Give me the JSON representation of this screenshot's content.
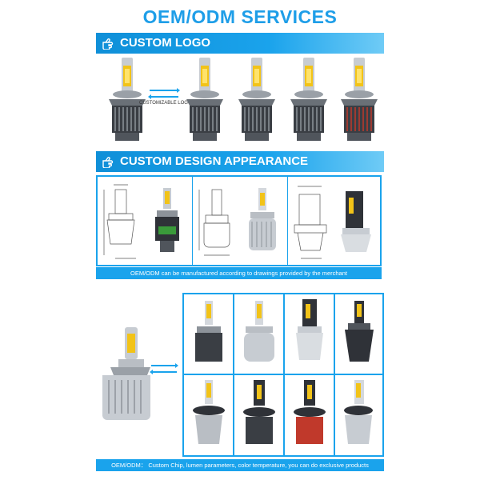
{
  "title": "OEM/ODM SERVICES",
  "sections": {
    "custom_logo": {
      "label": "CUSTOM LOGO",
      "caption": "CUSTOMIZABLE LOGO"
    },
    "custom_design": {
      "label": "CUSTOM DESIGN APPEARANCE"
    }
  },
  "info_bars": {
    "drawings": "OEM/ODM can be manufactured according to drawings provided by the merchant",
    "products": "OEM/ODM： Custom Chip, lumen parameters, color temperature, you can do exclusive products"
  },
  "colors": {
    "accent": "#1aa3ec",
    "title": "#1e9ee8",
    "bulb_dark": "#2f3238",
    "bulb_silver": "#b9bec4",
    "chip_yellow": "#f2c318"
  },
  "icons": {
    "section": "pointing-hand-icon",
    "swap": "swap-arrows-icon"
  }
}
